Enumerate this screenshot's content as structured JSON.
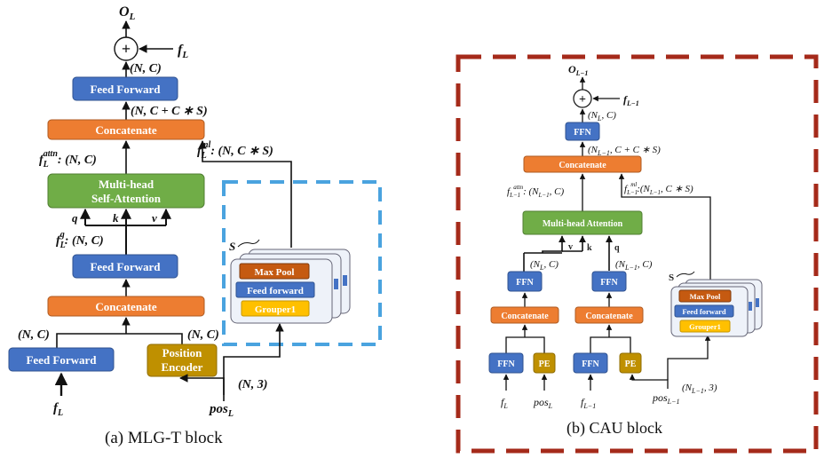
{
  "colors": {
    "blue": "#4472c4",
    "orange": "#ed7d31",
    "green": "#70ad47",
    "gold": "#bf9000",
    "yellow": "#ffc000",
    "maxpool": "#c55a11",
    "dash_blue": "#4aa3df",
    "dash_red": "#a52a1a"
  },
  "a": {
    "caption": "(a) MLG-T block",
    "out": "O",
    "out_sub": "L",
    "plus": "+",
    "f_in": "f",
    "f_in_sub": "L",
    "shape_top": "(N, C)",
    "ff_top": "Feed Forward",
    "shape_concat_out": "(N, C + C ∗ S)",
    "concat_top": "Concatenate",
    "fattn": "f",
    "fattn_sub": "L",
    "fattn_sup": "attn",
    "fattn_shape": ": (N, C)",
    "fml": "f",
    "fml_sub": "L",
    "fml_sup": "ml",
    "fml_shape": ": (N, C ∗ S)",
    "mhsa_line1": "Multi-head",
    "mhsa_line2": "Self-Attention",
    "q": "q",
    "k": "k",
    "v": "v",
    "fg": "f",
    "fg_sub": "L",
    "fg_sup": "g",
    "fg_shape": ": (N, C)",
    "ff_mid": "Feed Forward",
    "concat_low": "Concatenate",
    "shape_left": "(N, C)",
    "shape_right": "(N, C)",
    "ff_low": "Feed Forward",
    "pe_line1": "Position",
    "pe_line2": "Encoder",
    "f_low": "f",
    "f_low_sub": "L",
    "pos": "pos",
    "pos_sub": "L",
    "pos_shape": "(N, 3)",
    "s": "S",
    "maxpool": "Max Pool",
    "ff_stack": "Feed forward",
    "grouper": "Grouper1"
  },
  "b": {
    "caption": "(b) CAU block",
    "out": "O",
    "out_sub": "L−1",
    "plus": "+",
    "f_in": "f",
    "f_in_sub": "L−1",
    "shape_top": "(N",
    "shape_top_sub": "L",
    "shape_top_rest": ", C)",
    "ffn_top": "FFN",
    "shape_concat_out": "(N",
    "shape_concat_out_sub": "L−1",
    "shape_concat_out_rest": ", C + C ∗ S)",
    "concat_top": "Concatenate",
    "fattn": "f",
    "fattn_sub": "L−1",
    "fattn_sup": "attn",
    "fattn_shape": ": (N",
    "fattn_shape_sub": "L−1",
    "fattn_shape_rest": ", C)",
    "fml": "f",
    "fml_sub": "L−1",
    "fml_sup": "ml",
    "fml_shape": ":(N",
    "fml_shape_sub": "L−1",
    "fml_shape_rest": ", C ∗ S)",
    "mha": "Multi-head Attention",
    "v": "v",
    "k": "k",
    "q": "q",
    "shape_left": "(N",
    "shape_left_sub": "L",
    "shape_left_rest": ", C)",
    "shape_mid": "(N",
    "shape_mid_sub": "L−1",
    "shape_mid_rest": ", C)",
    "ffn_left": "FFN",
    "ffn_mid": "FFN",
    "concat_left": "Concatenate",
    "concat_mid": "Concatenate",
    "ffn_ll": "FFN",
    "pe_l": "PE",
    "ffn_ml": "FFN",
    "pe_m": "PE",
    "f_l": "f",
    "f_l_sub": "L",
    "pos_l": "pos",
    "pos_l_sub": "L",
    "f_m": "f",
    "f_m_sub": "L−1",
    "pos_m": "pos",
    "pos_m_sub": "L−1",
    "pos_shape": "(N",
    "pos_shape_sub": "L−1",
    "pos_shape_rest": ", 3)",
    "s": "S",
    "maxpool": "Max Pool",
    "ff_stack": "Feed forward",
    "grouper": "Grouper1"
  }
}
